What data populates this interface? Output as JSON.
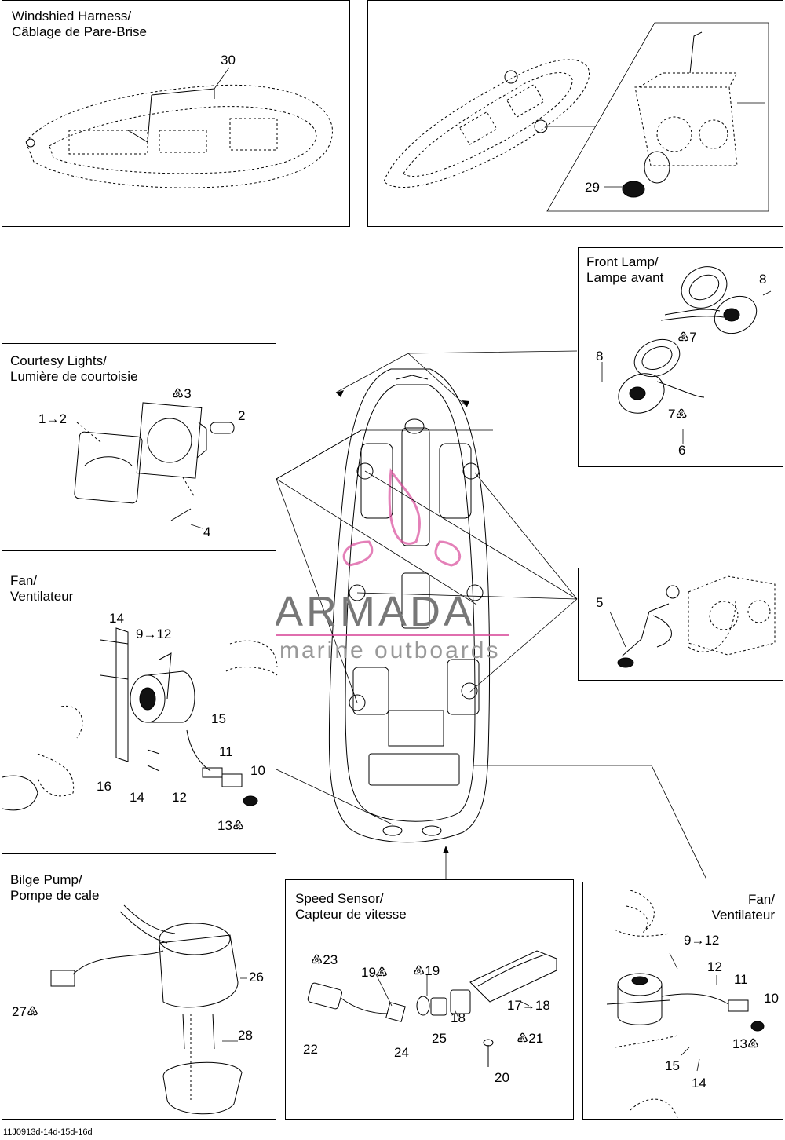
{
  "panels": {
    "windshield": {
      "title1": "Windshied Harness/",
      "title2": "Câblage de Pare-Brise",
      "callouts": [
        "30"
      ]
    },
    "top_right": {
      "callouts": [
        "29"
      ]
    },
    "front_lamp": {
      "title1": "Front Lamp/",
      "title2": "Lampe avant",
      "callouts": [
        "8",
        "♸7",
        "8",
        "7♸",
        "6"
      ]
    },
    "courtesy": {
      "title1": "Courtesy Lights/",
      "title2": "Lumière de courtoisie",
      "callouts": [
        "♸3",
        "1→2",
        "2",
        "4"
      ]
    },
    "fan_left": {
      "title1": "Fan/",
      "title2": "Ventilateur",
      "callouts": [
        "14",
        "9→12",
        "15",
        "11",
        "10",
        "16",
        "14",
        "12",
        "13♸"
      ]
    },
    "mid_right": {
      "callouts": [
        "5"
      ]
    },
    "bilge": {
      "title1": "Bilge Pump/",
      "title2": "Pompe de cale",
      "callouts": [
        "26",
        "27♸",
        "28"
      ]
    },
    "speed": {
      "title1": "Speed Sensor/",
      "title2": "Capteur de vitesse",
      "callouts": [
        "♸23",
        "19♸",
        "♸19",
        "18",
        "17→18",
        "22",
        "24",
        "25",
        "♸21",
        "20"
      ]
    },
    "fan_right": {
      "title1": "Fan/",
      "title2": "Ventilateur",
      "callouts": [
        "9→12",
        "12",
        "11",
        "10",
        "13♸",
        "15",
        "14"
      ]
    }
  },
  "watermark": {
    "brand": "ARMADA",
    "tagline": "marine outboards"
  },
  "footer": {
    "code": "11J0913d-14d-15d-16d"
  }
}
